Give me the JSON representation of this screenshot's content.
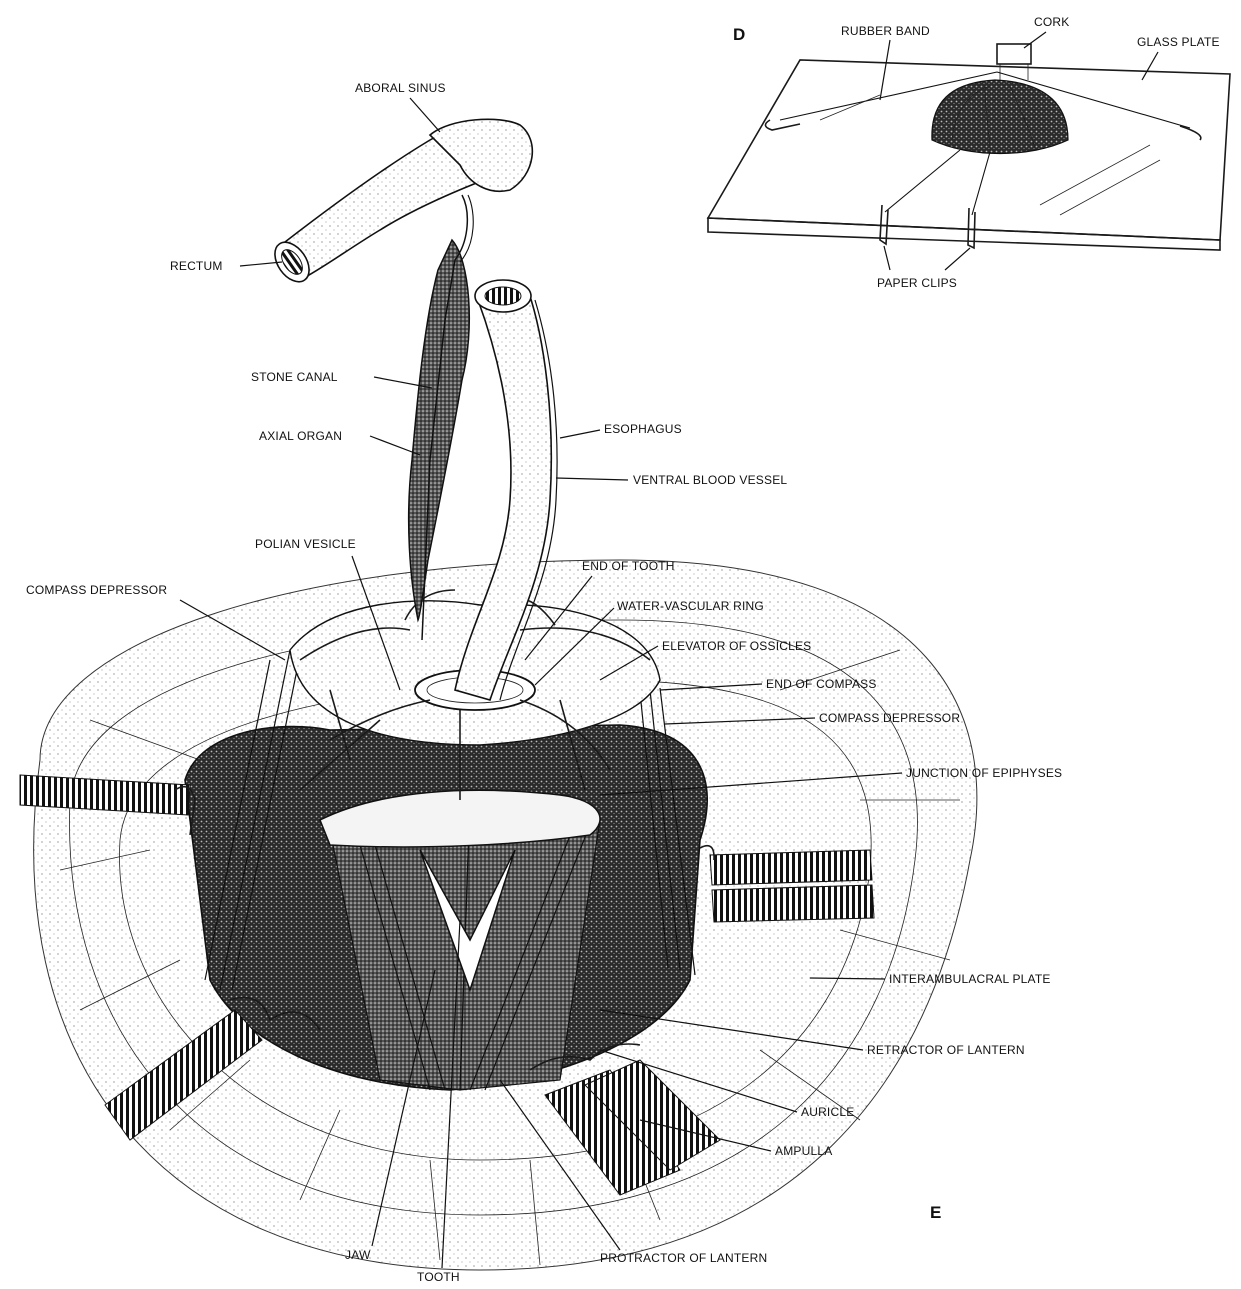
{
  "panels": {
    "d": "D",
    "e": "E"
  },
  "labels": {
    "aboral_sinus": "ABORAL SINUS",
    "rectum": "RECTUM",
    "stone_canal": "STONE CANAL",
    "axial_organ": "AXIAL ORGAN",
    "esophagus": "ESOPHAGUS",
    "ventral_blood_vessel": "VENTRAL BLOOD VESSEL",
    "polian_vesicle": "POLIAN VESICLE",
    "end_of_tooth": "END OF TOOTH",
    "compass_depressor_left": "COMPASS DEPRESSOR",
    "water_vascular_ring": "WATER-VASCULAR RING",
    "elevator_of_ossicles": "ELEVATOR OF OSSICLES",
    "end_of_compass": "END OF COMPASS",
    "compass_depressor_right": "COMPASS DEPRESSOR",
    "junction_of_epiphyses": "JUNCTION OF EPIPHYSES",
    "interambulacral_plate": "INTERAMBULACRAL PLATE",
    "retractor_of_lantern": "RETRACTOR OF LANTERN",
    "auricle": "AURICLE",
    "ampulla": "AMPULLA",
    "jaw": "JAW",
    "tooth": "TOOTH",
    "protractor_of_lantern": "PROTRACTOR OF LANTERN",
    "rubber_band": "RUBBER BAND",
    "cork": "CORK",
    "glass_plate": "GLASS PLATE",
    "paper_clips": "PAPER CLIPS"
  }
}
